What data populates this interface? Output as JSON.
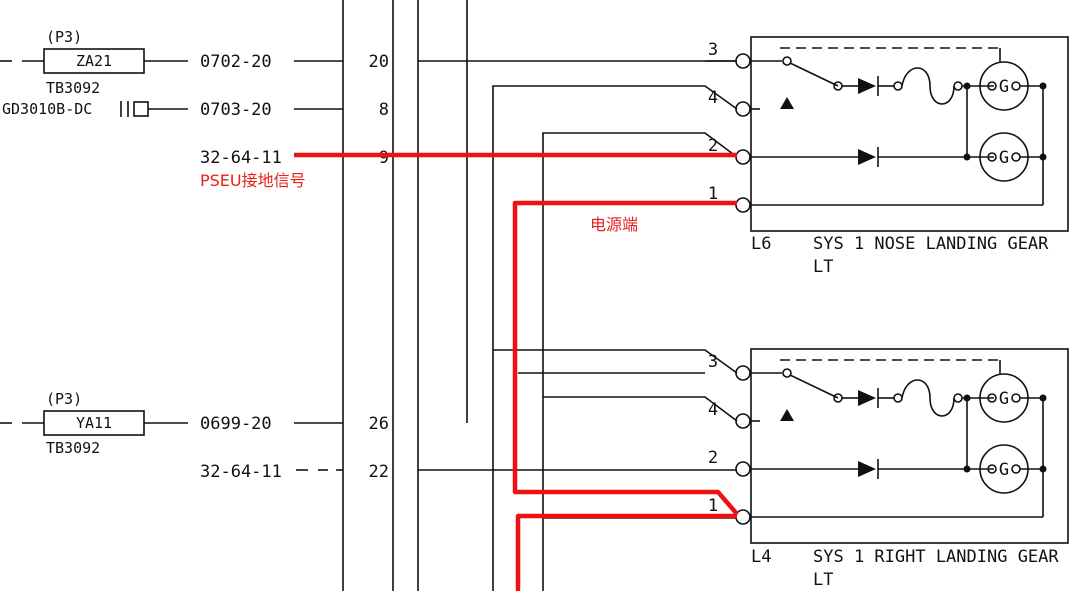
{
  "connectors": {
    "za21": {
      "plug": "(P3)",
      "name": "ZA21",
      "block": "TB3092"
    },
    "ya11": {
      "plug": "(P3)",
      "name": "YA11",
      "block": "TB3092"
    },
    "ground": {
      "label": "GD3010B-DC"
    }
  },
  "wires": {
    "w1": {
      "label": "0702-20",
      "pin": "20"
    },
    "w2": {
      "label": "0703-20",
      "pin": "8"
    },
    "w3": {
      "label": "32-64-11",
      "pin": "9"
    },
    "w4": {
      "label": "0699-20",
      "pin": "26"
    },
    "w5": {
      "label": "32-64-11",
      "pin": "22"
    }
  },
  "annotations": {
    "pseu": "PSEU接地信号",
    "power": "电源端"
  },
  "lights": [
    {
      "id": "L6",
      "title_line1": "SYS 1 NOSE LANDING GEAR",
      "title_line2": "LT",
      "pins": [
        "3",
        "4",
        "2",
        "1"
      ]
    },
    {
      "id": "L4",
      "title_line1": "SYS 1 RIGHT LANDING GEAR",
      "title_line2": "LT",
      "pins": [
        "3",
        "4",
        "2",
        "1"
      ]
    }
  ],
  "icons": {
    "lamp_letter": "G"
  },
  "colors": {
    "highlight": "#ee1111",
    "line": "#111111",
    "annotation": "#e8201a"
  }
}
